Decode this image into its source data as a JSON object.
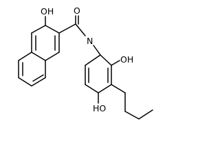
{
  "molecule": {
    "atom_labels": {
      "hydroxy_naphthalene": "OH",
      "carbonyl_oxygen": "O",
      "amide_nitrogen": "N",
      "hydroxy_phenyl_upper": "OH",
      "hydroxy_phenyl_lower": "HO"
    }
  }
}
